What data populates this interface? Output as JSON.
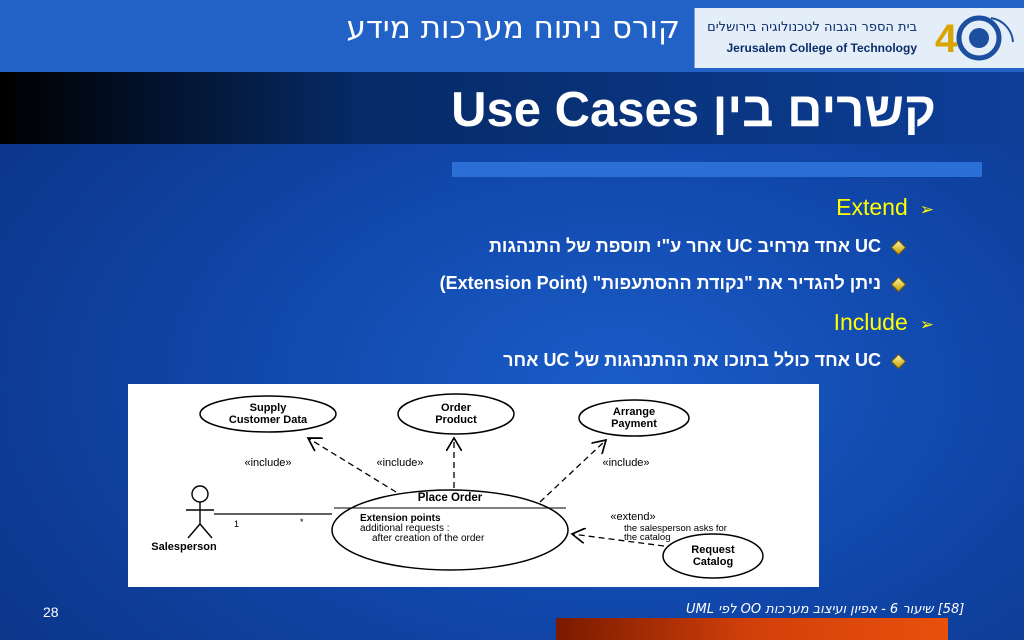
{
  "header": {
    "course_title": "קורס ניתוח מערכות מידע",
    "logo_hebrew": "בית הספר הגבוה לטכנולוגיה בירושלים",
    "logo_english": "Jerusalem College of Technology"
  },
  "slide": {
    "title": "קשרים בין Use Cases",
    "bullets": [
      {
        "label": "Extend"
      },
      {
        "label": "UC אחד מרחיב UC אחר ע\"י תוספת של התנהגות"
      },
      {
        "label": "ניתן להגדיר את \"נקודת ההסתעפות\" (Extension Point)"
      },
      {
        "label": "Include"
      },
      {
        "label": "UC אחד כולל בתוכו את ההתנהגות של UC אחר"
      }
    ]
  },
  "diagram": {
    "use_cases": {
      "supply": [
        "Supply",
        "Customer Data"
      ],
      "order": [
        "Order",
        "Product"
      ],
      "arrange": [
        "Arrange",
        "Payment"
      ],
      "place": "Place Order",
      "request": [
        "Request",
        "Catalog"
      ]
    },
    "extension_points": [
      "Extension points",
      "additional requests :",
      "after creation of the order"
    ],
    "include_label": "«include»",
    "extend_label": "«extend»",
    "extend_note": [
      "the salesperson asks for",
      "the catalog"
    ],
    "actor": "Salesperson",
    "multiplicity_left": "1",
    "multiplicity_right": "*"
  },
  "footer": {
    "source": "[58] שיעור 6 - אפיון ועיצוב מערכות OO לפי UML",
    "page_number": "28"
  },
  "colors": {
    "background": "#1046a8",
    "bullet_primary": "#ffff00",
    "text": "#ffffff",
    "accent_bar": "#d2400a"
  }
}
